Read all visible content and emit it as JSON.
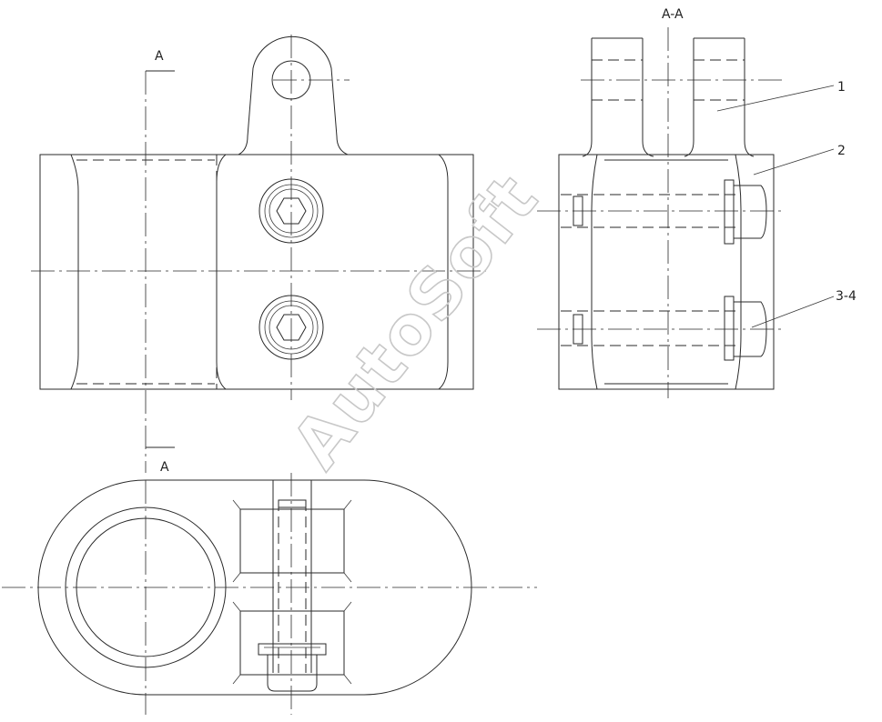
{
  "labels": {
    "section_mark_top": "A",
    "section_mark_bottom": "A",
    "section_title": "A-A",
    "callout_1": "1",
    "callout_2": "2",
    "callout_3": "3-4"
  },
  "watermark": "AutoSoft"
}
